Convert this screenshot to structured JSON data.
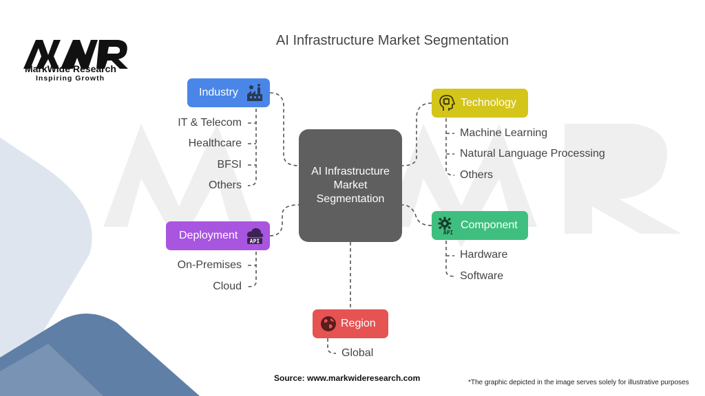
{
  "brand": {
    "name": "MarkWide Research",
    "tagline": "Inspiring Growth"
  },
  "title": "AI Infrastructure Market Segmentation",
  "center": {
    "label": "AI Infrastructure Market Segmentation"
  },
  "categories": {
    "industry": {
      "label": "Industry",
      "color": "#4a86e8",
      "icon": "factory-icon",
      "items": [
        "IT & Telecom",
        "Healthcare",
        "BFSI",
        "Others"
      ]
    },
    "deployment": {
      "label": "Deployment",
      "color": "#a855e0",
      "icon": "cloud-api-icon",
      "items": [
        "On-Premises",
        "Cloud"
      ]
    },
    "technology": {
      "label": "Technology",
      "color": "#d4c51a",
      "icon": "ai-head-icon",
      "items": [
        "Machine Learning",
        "Natural Language Processing",
        "Others"
      ]
    },
    "component": {
      "label": "Component",
      "color": "#3fbf7f",
      "icon": "gear-api-icon",
      "items": [
        "Hardware",
        "Software"
      ]
    },
    "region": {
      "label": "Region",
      "color": "#e55353",
      "icon": "globe-icon",
      "items": [
        "Global"
      ]
    }
  },
  "footer": {
    "source": "Source: www.markwideresearch.com",
    "disclaimer": "*The graphic depicted in the image serves solely for illustrative purposes"
  }
}
